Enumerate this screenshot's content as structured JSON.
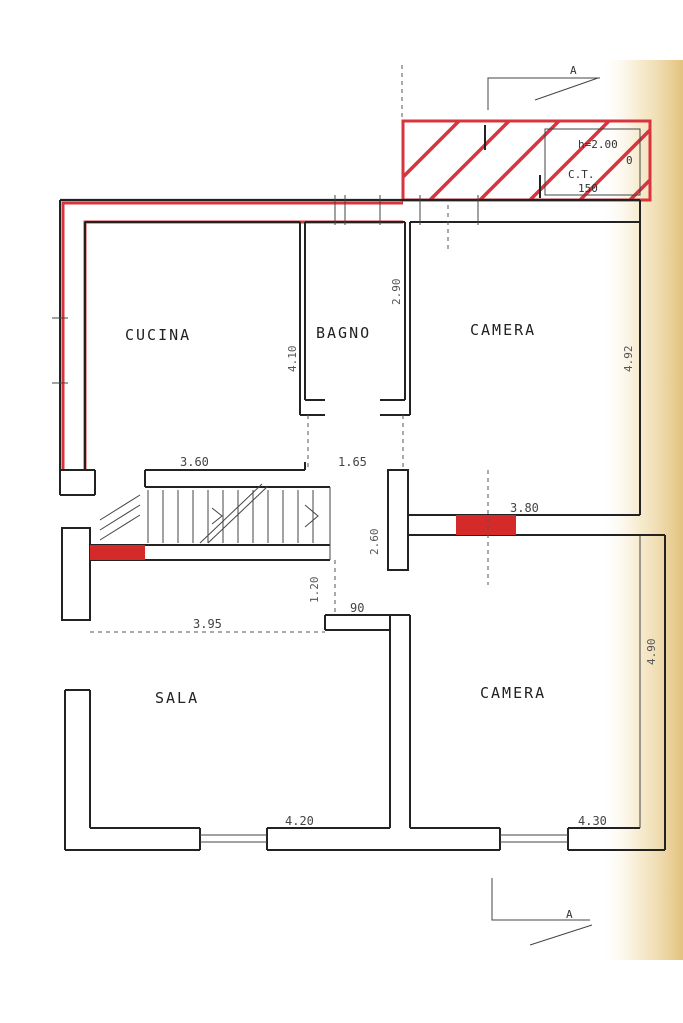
{
  "rooms": {
    "kitchen": "CUCINA",
    "bathroom": "BAGNO",
    "bedroom_top": "CAMERA",
    "living": "SALA",
    "bedroom_bottom": "CAMERA"
  },
  "dimensions": {
    "kitchen_width": "3.60",
    "bath_depth": "4.10",
    "bath_width": "1.65",
    "bath_height": "2.90",
    "bedroom_top_depth": "4.92",
    "bedroom_top_width": "3.80",
    "corridor": "2.60",
    "hall": "1.20",
    "hall_width": "90",
    "living_width": "3.95",
    "bedroom_bottom_depth": "4.90",
    "living_bottom": "4.20",
    "bedroom_bottom_width": "4.30"
  },
  "annex": {
    "height_note": "h=2.00",
    "label": "C.T.",
    "size": "150",
    "small": "0"
  },
  "section_marks": {
    "top": "A",
    "bottom": "A"
  },
  "colors": {
    "wall": "#222222",
    "highlight": "#d8343e",
    "paper_edge": "#e8cc8a"
  }
}
